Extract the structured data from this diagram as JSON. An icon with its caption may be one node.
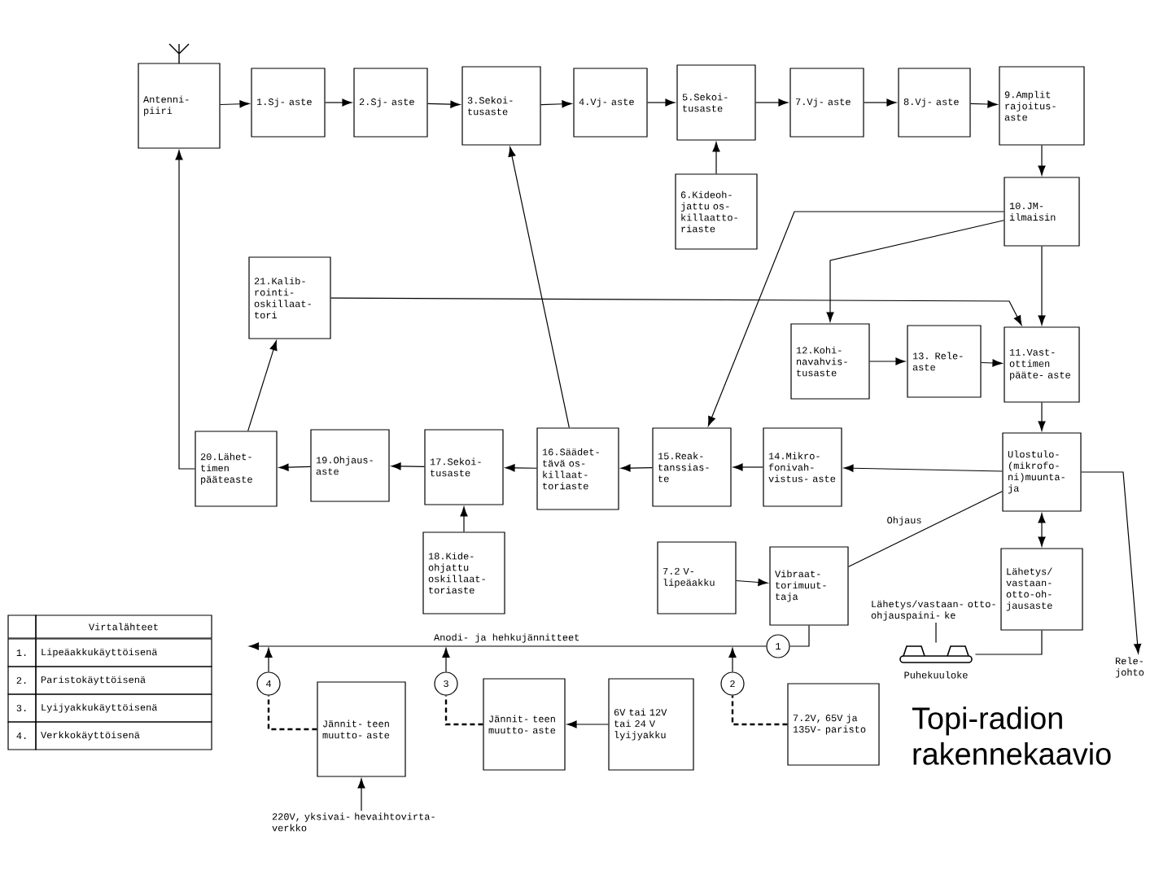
{
  "diagram": {
    "title": "Topi-radion rakennekaavio",
    "nodes": [
      {
        "text": [
          "Antenni- piiri"
        ]
      },
      {
        "text": [
          "1.Sj- aste"
        ]
      },
      {
        "text": [
          "2.Sj- aste"
        ]
      },
      {
        "text": [
          "3.Sekoi- tusaste"
        ]
      },
      {
        "text": [
          "4.Vj- aste"
        ]
      },
      {
        "text": [
          "5.Sekoi- tusaste"
        ]
      },
      {
        "text": [
          "6.Kideoh- jattu os- killaatto- riaste"
        ]
      },
      {
        "text": [
          "7.Vj- aste"
        ]
      },
      {
        "text": [
          "8.Vj- aste"
        ]
      },
      {
        "text": [
          "9.Amplit rajoitus- aste"
        ]
      },
      {
        "text": [
          "10.JM- ilmaisin"
        ]
      },
      {
        "text": [
          "11.Vast- ottimen pääte- aste"
        ]
      },
      {
        "text": [
          "12.Kohi- navahvis- tusaste"
        ]
      },
      {
        "text": [
          "13. Rele- aste"
        ]
      },
      {
        "text": [
          "Ulostulo- (mikrofo- ni)muunta- ja"
        ]
      },
      {
        "text": [
          "14.Mikro- fonivah- vistus- aste"
        ]
      },
      {
        "text": [
          "15.Reak- tanssias- te"
        ]
      },
      {
        "text": [
          "16.Säädet- tävä os- killaat- toriaste"
        ]
      },
      {
        "text": [
          "17.Sekoi- tusaste"
        ]
      },
      {
        "text": [
          "18.Kide- ohjattu oskillaat- toriaste"
        ]
      },
      {
        "text": [
          "19.Ohjaus- aste"
        ]
      },
      {
        "text": [
          "20.Lähet- timen pääteaste"
        ]
      },
      {
        "text": [
          "21.Kalib- rointi- oskillaat- tori"
        ]
      },
      {
        "text": [
          "7.2 V- lipeäakku"
        ]
      },
      {
        "text": [
          "Vibraat- torimuut- taja"
        ]
      },
      {
        "text": [
          "Lähetys/ vastaan- otto-oh- jausaste"
        ]
      },
      {
        "text": [],
        "shape": "picture",
        "beside": [
          "Puhekuuloke"
        ]
      },
      {
        "text": [
          "Lähetys/vastaan- otto-ohjauspaini- ke"
        ]
      },
      {
        "text": [
          "Rele- johto"
        ]
      },
      {
        "text": [
          "1"
        ]
      },
      {
        "text": [
          "2"
        ]
      },
      {
        "text": [
          "3"
        ]
      },
      {
        "text": [
          "4"
        ]
      },
      {
        "text": [
          "6V tai 12V tai 24 V lyijyakku"
        ]
      },
      {
        "text": [
          "Jännit- teen muutto- aste"
        ]
      },
      {
        "text": [
          "Jännit- teen muutto- aste"
        ]
      },
      {
        "text": [
          "7.2V, 65V ja 135V- paristo"
        ]
      },
      {
        "text": [
          "220V, yksivai- hevaihtovirta- verkko"
        ]
      }
    ],
    "edges": [
      {
        "from": 0,
        "to": 1,
        "arrow": "to"
      },
      {
        "from": 1,
        "to": 2,
        "arrow": "to"
      },
      {
        "from": 2,
        "to": 3,
        "arrow": "to"
      },
      {
        "from": 3,
        "to": 4,
        "arrow": "to"
      },
      {
        "from": 4,
        "to": 5,
        "arrow": "to"
      },
      {
        "from": 6,
        "to": 5,
        "arrow": "to"
      },
      {
        "from": 5,
        "to": 7,
        "arrow": "to"
      },
      {
        "from": 7,
        "to": 8,
        "arrow": "to"
      },
      {
        "from": 8,
        "to": 9,
        "arrow": "to"
      },
      {
        "from": 9,
        "to": 10,
        "arrow": "to"
      },
      {
        "from": 10,
        "to": 11,
        "arrow": "to"
      },
      {
        "from": 10,
        "to": 12,
        "arrow": "to"
      },
      {
        "from": 10,
        "to": 16,
        "arrow": "to"
      },
      {
        "from": 22,
        "to": 11,
        "arrow": "to"
      },
      {
        "from": 12,
        "to": 13,
        "arrow": "to"
      },
      {
        "from": 13,
        "to": 11,
        "arrow": "to"
      },
      {
        "from": 11,
        "to": 14,
        "arrow": "to"
      },
      {
        "from": 14,
        "to": 15,
        "arrow": "to"
      },
      {
        "from": 15,
        "to": 16,
        "arrow": "to"
      },
      {
        "from": 16,
        "to": 17,
        "arrow": "to"
      },
      {
        "from": 17,
        "to": 18,
        "arrow": "to"
      },
      {
        "from": 19,
        "to": 18,
        "arrow": "to"
      },
      {
        "from": 18,
        "to": 20,
        "arrow": "to"
      },
      {
        "from": 20,
        "to": 21,
        "arrow": "to"
      },
      {
        "from": 21,
        "to": 22,
        "arrow": "to"
      },
      {
        "from": 21,
        "to": 0,
        "arrow": "to"
      },
      {
        "from": 17,
        "to": 3,
        "arrow": "to"
      },
      {
        "from": 23,
        "to": 24,
        "arrow": "to"
      },
      {
        "from": 24,
        "to": 14,
        "arrow": "none",
        "label": "Ohjaus"
      },
      {
        "from": 25,
        "to": 14,
        "arrow": "both"
      },
      {
        "from": 25,
        "to": 26,
        "arrow": "none"
      },
      {
        "from": 27,
        "to": 26,
        "arrow": "none"
      },
      {
        "from": 14,
        "to": 28,
        "arrow": "to"
      },
      {
        "from": 24,
        "to": 29,
        "arrow": "none"
      },
      {
        "from": 29,
        "to": null,
        "arrow": "to",
        "label": "Anodi- ja hehkujännitteet"
      },
      {
        "from": 30,
        "to": null,
        "arrow": "to"
      },
      {
        "from": 31,
        "to": null,
        "arrow": "to"
      },
      {
        "from": 32,
        "to": null,
        "arrow": "to"
      },
      {
        "from": 36,
        "to": 30,
        "arrow": "none",
        "style": "dashed"
      },
      {
        "from": 34,
        "to": 31,
        "arrow": "none",
        "style": "dashed"
      },
      {
        "from": 35,
        "to": 32,
        "arrow": "none",
        "style": "dashed"
      },
      {
        "from": 33,
        "to": 34,
        "arrow": "to"
      },
      {
        "from": 37,
        "to": 35,
        "arrow": "to"
      }
    ],
    "labels": [
      "Virtalähteet",
      "1.",
      "Lipeäakkukäyttöisenä",
      "2.",
      "Paristokäyttöisenä",
      "3.",
      "Lyijyakkukäyttöisenä",
      "4.",
      "Verkkokäyttöisenä"
    ]
  }
}
